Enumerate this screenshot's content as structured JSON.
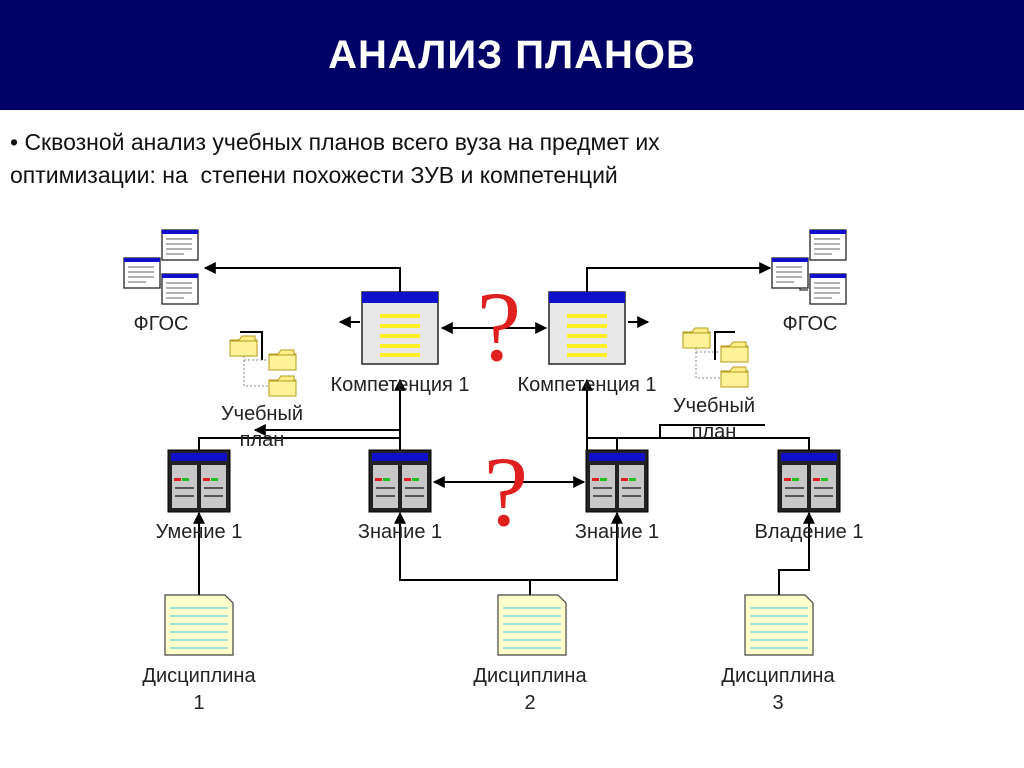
{
  "slide": {
    "title": "АНАЛИЗ ПЛАНОВ",
    "bullet_line1": "• Сквозной анализ учебных планов всего вуза на предмет их",
    "bullet_line2": "оптимизации: на  степени похожести ЗУВ и компетенций"
  },
  "diagram": {
    "fgos_left": "ФГОС",
    "fgos_right": "ФГОС",
    "plan_left_line1": "Учебный",
    "plan_left_line2": "план",
    "plan_right_line1": "Учебный",
    "plan_right_line2": "план",
    "competence_left": "Компетенция 1",
    "competence_right": "Компетенция 1",
    "skill": "Умение 1",
    "knowledge_left": "Знание 1",
    "knowledge_right": "Знание 1",
    "mastery": "Владение 1",
    "discipline1_line1": "Дисциплина",
    "discipline1_line2": "1",
    "discipline2_line1": "Дисциплина",
    "discipline2_line2": "2",
    "discipline3_line1": "Дисциплина",
    "discipline3_line2": "3",
    "question_top": "?",
    "question_bottom": "?"
  },
  "colors": {
    "title_bar": "#000066",
    "question_mark": "#e01f1f",
    "window_header": "#1010cc",
    "competence_lines": "#ffee22",
    "folder": "#ffee88",
    "document": "#ffffcc"
  }
}
